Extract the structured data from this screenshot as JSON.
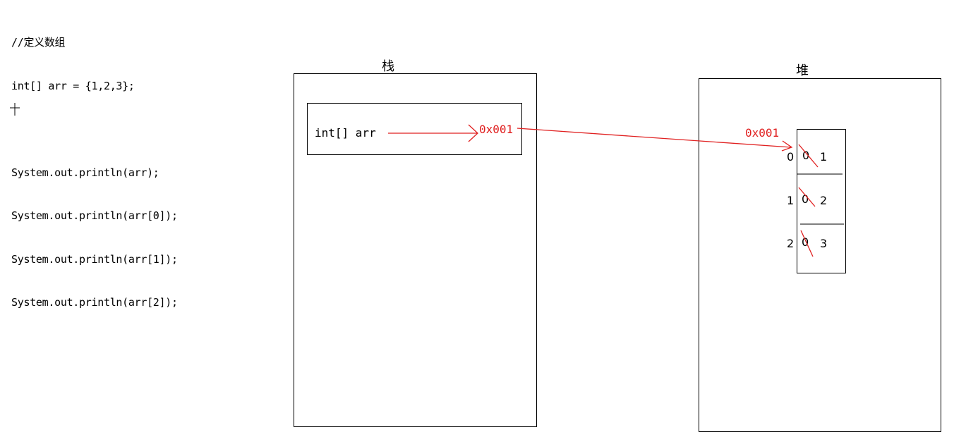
{
  "code": {
    "lines": [
      "//定义数组",
      "int[] arr = {1,2,3};",
      "",
      "System.out.println(arr);",
      "System.out.println(arr[0]);",
      "System.out.println(arr[1]);",
      "System.out.println(arr[2]);"
    ]
  },
  "stack": {
    "title": "栈",
    "variable": "int[] arr",
    "address": "0x001"
  },
  "heap": {
    "title": "堆",
    "address": "0x001",
    "cells": [
      {
        "index": "0",
        "old": "0",
        "new": "1"
      },
      {
        "index": "1",
        "old": "0",
        "new": "2"
      },
      {
        "index": "2",
        "old": "0",
        "new": "3"
      }
    ]
  },
  "colors": {
    "arrow": "#e02020",
    "line": "#000000"
  }
}
